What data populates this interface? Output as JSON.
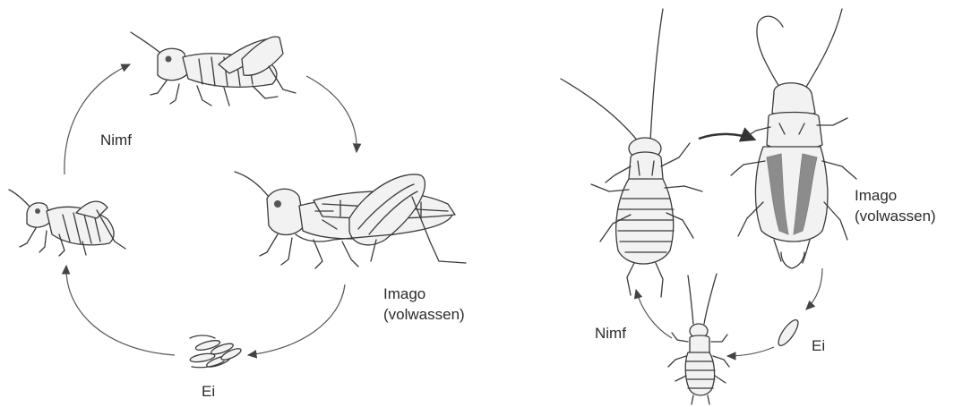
{
  "grasshopper_cycle": {
    "nymph_label": "Nimf",
    "adult_label_line1": "Imago",
    "adult_label_line2": "(volwassen)",
    "egg_label": "Ei"
  },
  "earwig_cycle": {
    "nymph_label": "Nimf",
    "adult_label_line1": "Imago",
    "adult_label_line2": "(volwassen)",
    "egg_label": "Ei"
  }
}
